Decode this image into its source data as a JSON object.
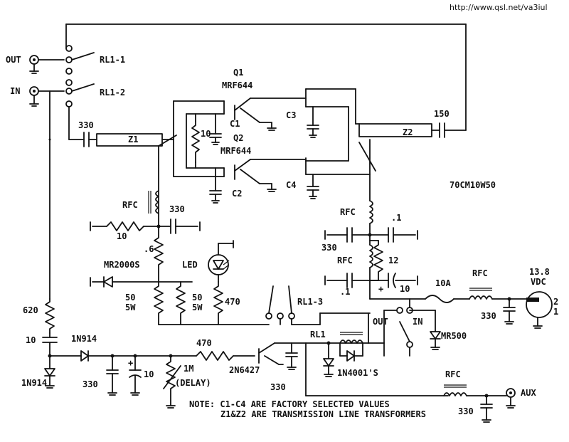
{
  "source_url": "http://www.qsl.net/va3iul",
  "model": "70CM10W50",
  "connectors": {
    "out": "OUT",
    "in": "IN",
    "aux": "AUX"
  },
  "relays": {
    "rl1_1": "RL1-1",
    "rl1_2": "RL1-2",
    "rl1_3": "RL1-3",
    "rl1": "RL1"
  },
  "transistors": {
    "q1": "Q1",
    "q1_part": "MRF644",
    "q2": "Q2",
    "q2_part": "MRF644",
    "driver": "2N6427"
  },
  "capacitors": {
    "c1": "C1",
    "c2": "C2",
    "c3": "C3",
    "c4": "C4",
    "in_330": "330",
    "out_150": "150",
    "rfc1_330": "330",
    "left_330": "330",
    "right_point1_top": ".1",
    "right_point1_bottom": ".1",
    "right_10": "10",
    "supply_330": "330",
    "delay_10_top": "10",
    "delay_330": "330",
    "delay_10": "10",
    "driver_330": "330",
    "aux_330": "330"
  },
  "transformers": {
    "z1": "Z1",
    "z2": "Z2"
  },
  "resistors": {
    "base_10": "10",
    "rfc_10": "10",
    "r_point6": ".6",
    "r_50w_a": "50",
    "r_5w_a": "5W",
    "r_50w_b": "50",
    "r_5w_b": "5W",
    "r_470_led": "470",
    "r_620": "620",
    "r_470_driver": "470",
    "r_1m": "1M",
    "r_1m_note": "(DELAY)",
    "r_12": "12"
  },
  "inductors": {
    "rfc_left": "RFC",
    "rfc_right_top": "RFC",
    "rfc_right_mid": "RFC",
    "rfc_supply": "RFC",
    "rfc_aux": "RFC"
  },
  "diodes": {
    "mr2000s": "MR2000S",
    "led": "LED",
    "mr500": "MR500",
    "d1n914_top": "1N914",
    "d1n914_bottom": "1N914",
    "d1n4001": "1N4001'S"
  },
  "fuse": "10A",
  "supply": {
    "voltage": "13.8",
    "unit": "VDC",
    "pin1": "1",
    "pin2": "2"
  },
  "switch": {
    "out": "OUT",
    "in": "IN"
  },
  "polarity": {
    "plus": "+"
  },
  "note": {
    "line1": "NOTE: C1-C4 ARE FACTORY SELECTED VALUES",
    "line2": "Z1&Z2 ARE TRANSMISSION LINE TRANSFORMERS"
  }
}
